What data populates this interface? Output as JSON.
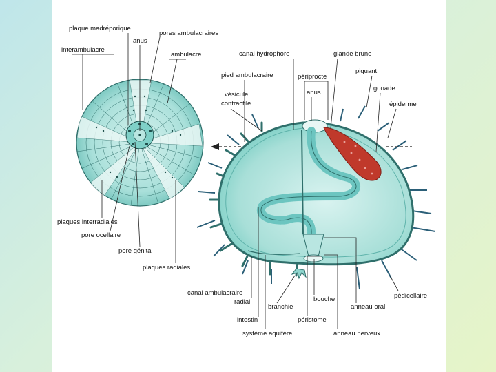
{
  "labels": {
    "plaque_madreporique": "plaque madréporique",
    "anus_left": "anus",
    "pores_ambulacraires": "pores ambulacraires",
    "interambulacre": "interambulacre",
    "ambulacre": "ambulacre",
    "plaques_interradiales": "plaques interradiales",
    "pore_ocellaire": "pore ocellaire",
    "pore_genital": "pore génital",
    "plaques_radiales": "plaques radiales",
    "canal_hydrophore": "canal hydrophore",
    "glande_brune": "glande brune",
    "piquant": "piquant",
    "pied_ambulacraire": "pied ambulacraire",
    "periprocte": "périprocte",
    "gonade": "gonade",
    "vesicule": "vésicule",
    "contractile": "contractile",
    "anus_right": "anus",
    "epiderme": "épiderme",
    "pedicellaire": "pédicellaire",
    "canal_ambulacraire": "canal ambulacraire",
    "radial": "radial",
    "bouche": "bouche",
    "branchie": "branchie",
    "anneau_oral": "anneau oral",
    "intestin": "intestin",
    "peristome": "péristome",
    "systeme_aquifere": "système aquifère",
    "anneau_nerveux": "anneau nerveux"
  },
  "colors": {
    "shell_fill": "#7fd0c8",
    "shell_light": "#d6f1ee",
    "gut": "#6cc5c0",
    "gonad": "#c0392b",
    "spine": "#2b5f78",
    "background_left": "#bfe6ea",
    "background_right": "#e6f4c8"
  },
  "icons": {
    "left_arrow": "arrow-left-icon",
    "right_arrow": "dashed-arrow-icon"
  }
}
